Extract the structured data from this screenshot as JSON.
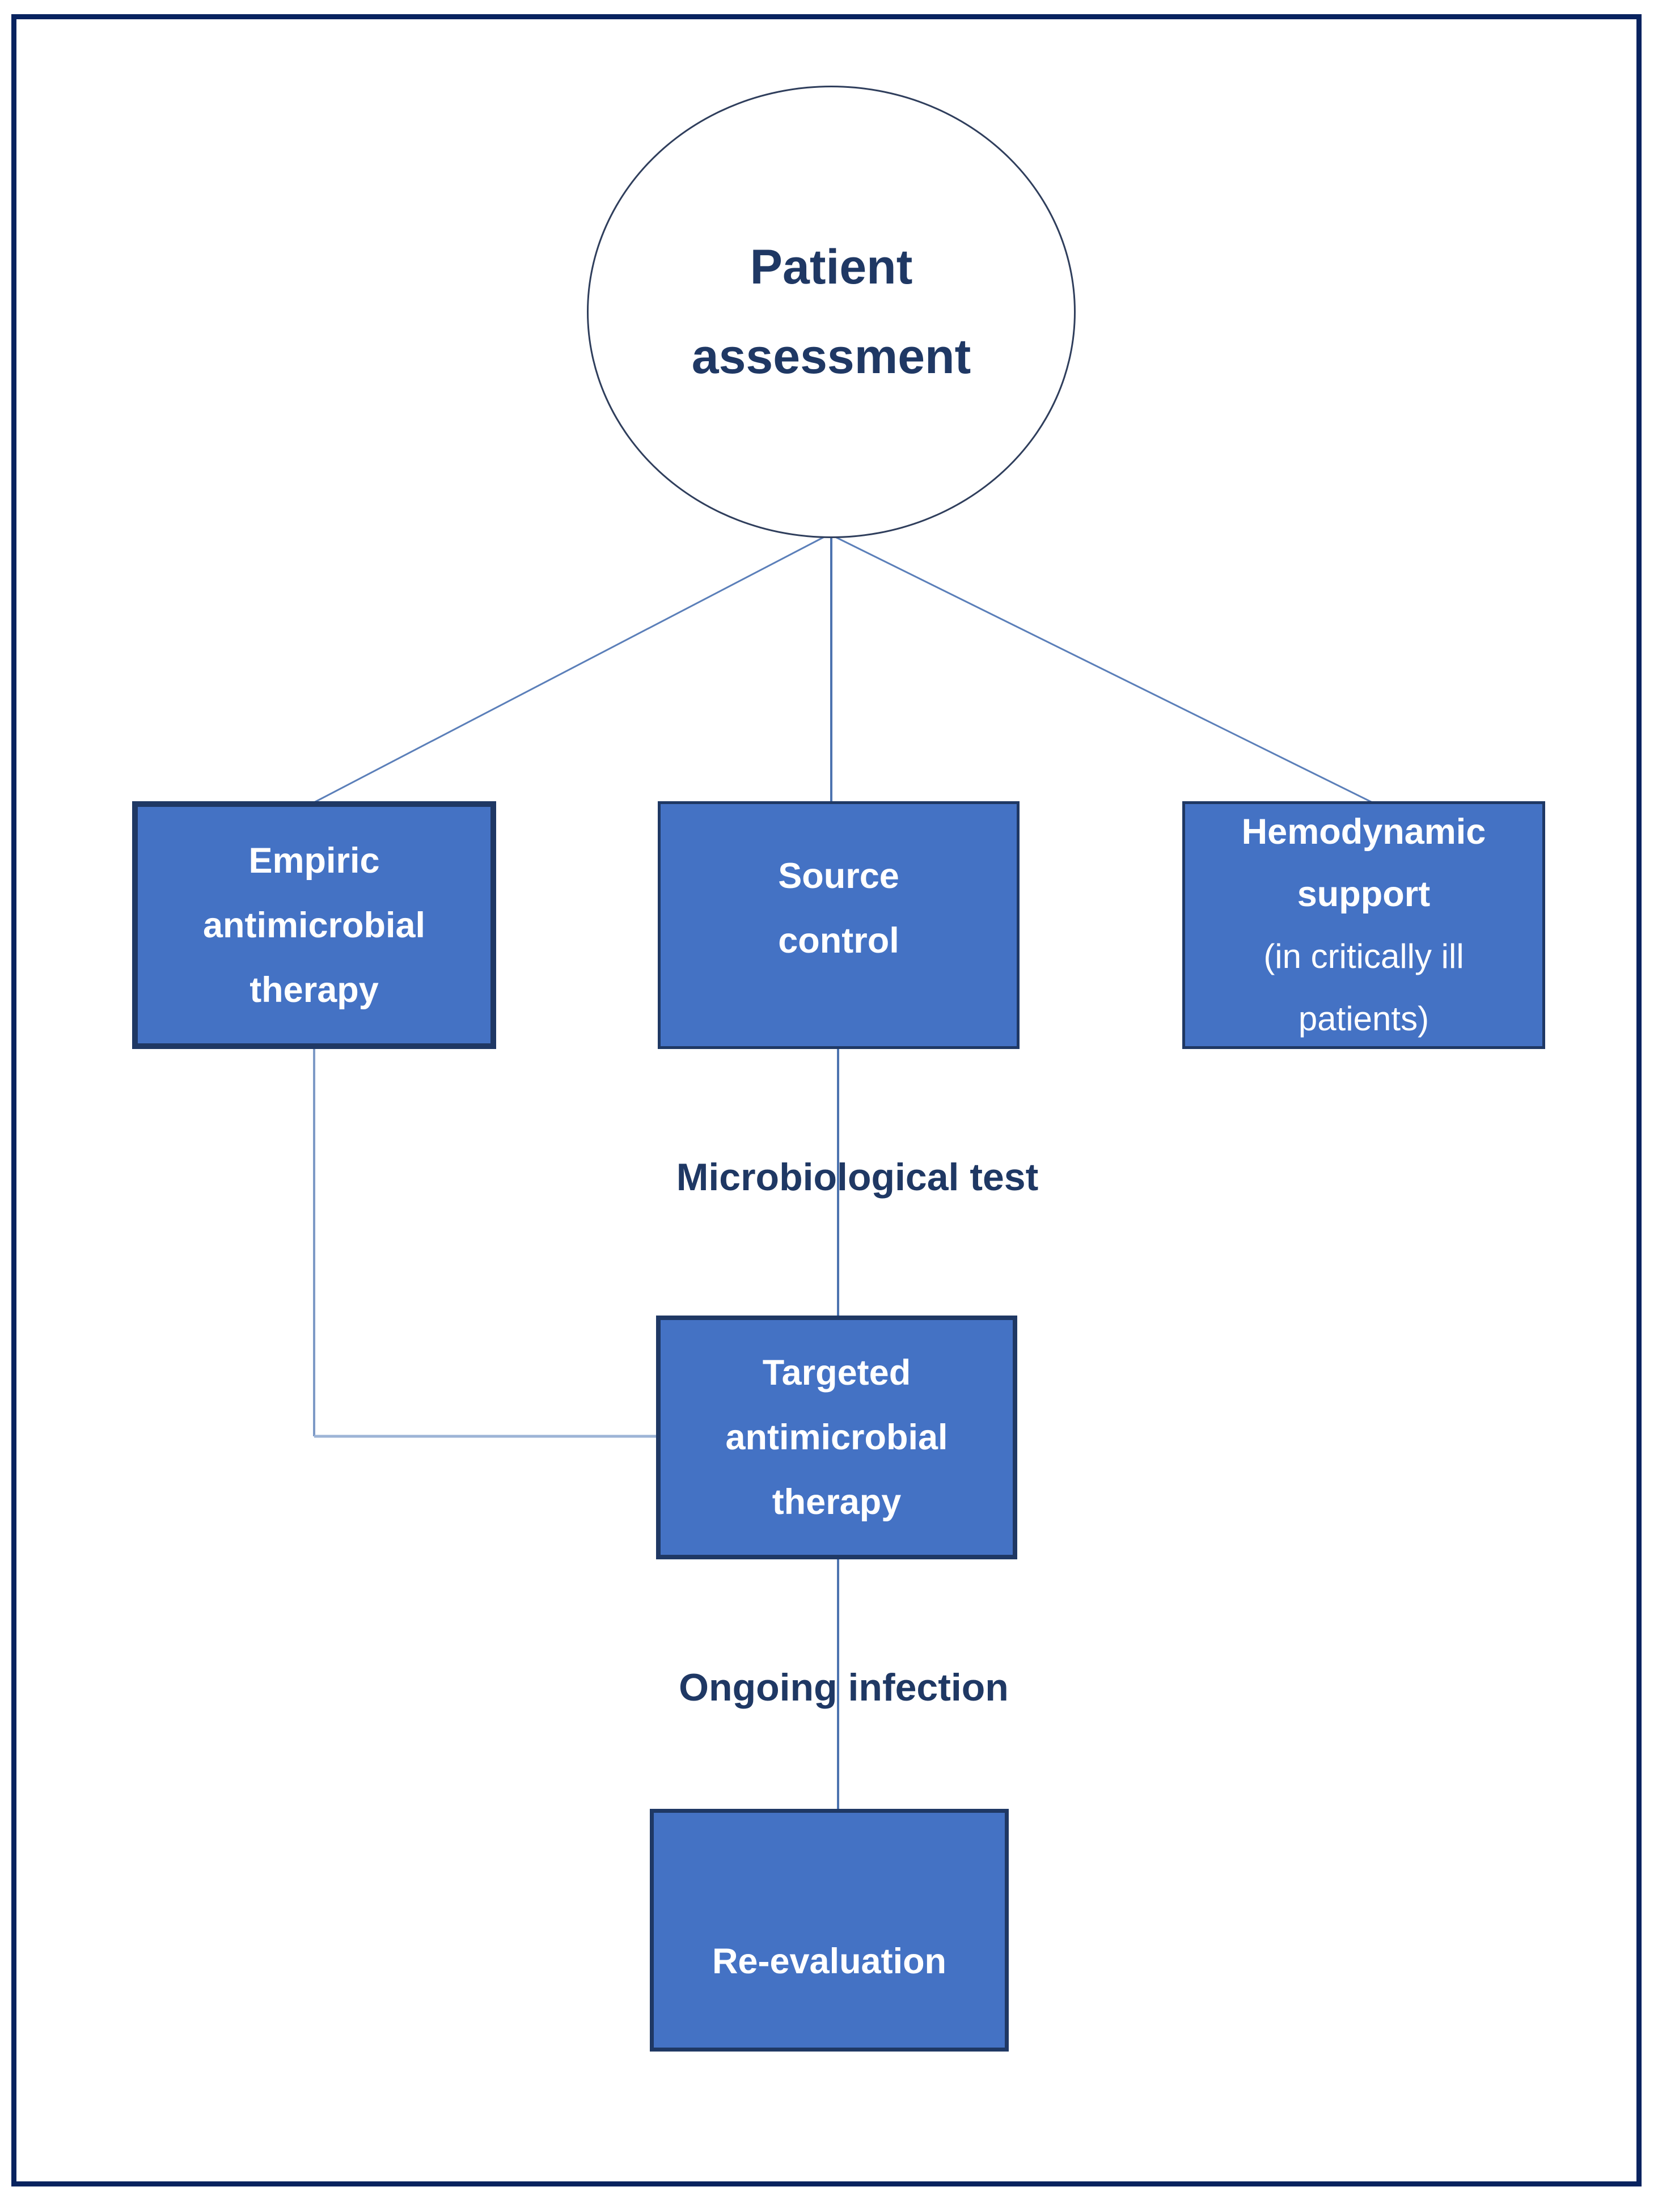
{
  "figure": {
    "type": "flowchart",
    "description": "Sepsis management pathway flow diagram"
  },
  "colors": {
    "accent": "#4472c4",
    "node-border": "#1f3864",
    "page-border": "#08235f",
    "text-navy": "#1f3864",
    "node-text": "#ffffff",
    "line-blue": "#4d74b0",
    "line-light": "#9db4d6"
  },
  "nodes": {
    "patient": {
      "line1": "Patient",
      "line2": "assessment"
    },
    "empiric": {
      "line1": "Empiric",
      "line2": "antimicrobial",
      "line3": "therapy"
    },
    "source": {
      "line1": "Source",
      "line2": "control"
    },
    "hemodynamic": {
      "line1": "Hemodynamic",
      "line2": "support",
      "line3": "(in critically ill",
      "line4": "patients)"
    },
    "targeted": {
      "line1": "Targeted",
      "line2": "antimicrobial",
      "line3": "therapy"
    },
    "reevaluation": {
      "line1": "Re-evaluation"
    }
  },
  "edge_labels": {
    "microbiological": "Microbiological test",
    "ongoing": "Ongoing infection"
  }
}
